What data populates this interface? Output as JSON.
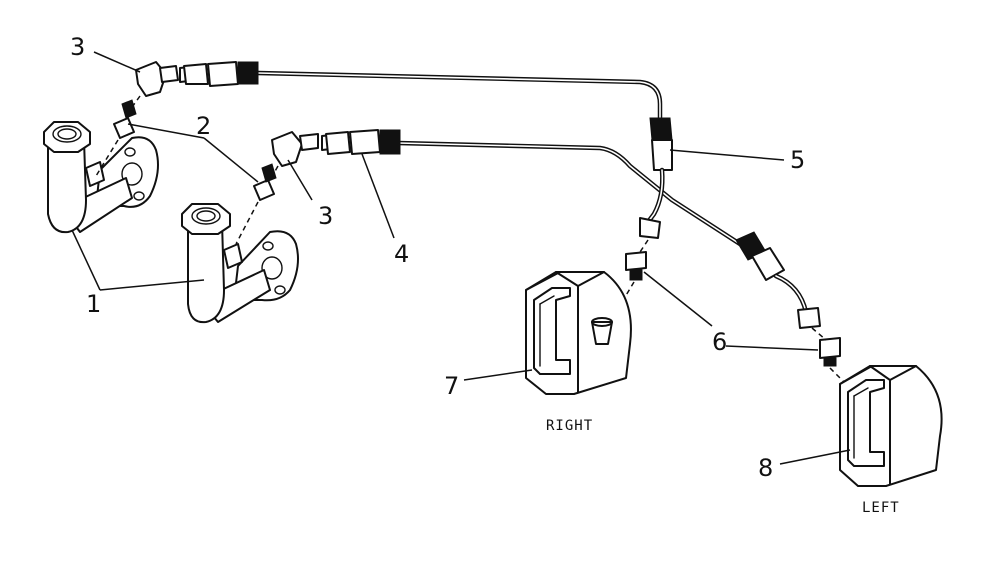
{
  "callouts": {
    "n1": "1",
    "n2": "2",
    "n3a": "3",
    "n3b": "3",
    "n4": "4",
    "n5": "5",
    "n6": "6",
    "n7": "7",
    "n8": "8"
  },
  "side_labels": {
    "right": "RIGHT",
    "left": "LEFT"
  },
  "colors": {
    "ink": "#111111",
    "paper": "#ffffff"
  }
}
